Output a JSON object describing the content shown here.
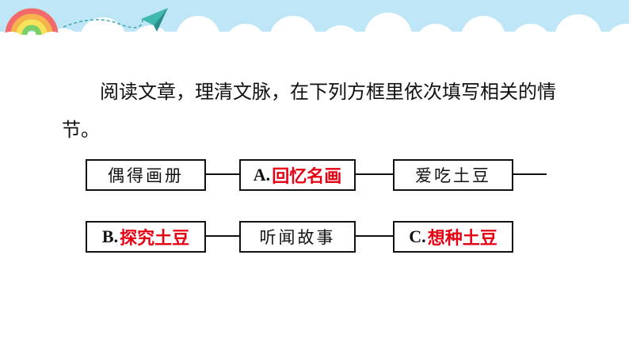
{
  "colors": {
    "answer": "#e60012",
    "sky": "#bfe6f7",
    "cloud": "#ffffff"
  },
  "header": {
    "rainbow_icon": "rainbow-icon",
    "plane_icon": "paper-plane-icon"
  },
  "instruction": "阅读文章，理清文脉，在下列方框里依次填写相关的情节。",
  "row1": {
    "box1": "偶得画册",
    "box2_prefix": "A.",
    "box2_answer": "回忆名画",
    "box3": "爱吃土豆"
  },
  "row2": {
    "box1_prefix": "B.",
    "box1_answer": "探究土豆",
    "box2": "听闻故事",
    "box3_prefix": "C.",
    "box3_answer": "想种土豆"
  }
}
